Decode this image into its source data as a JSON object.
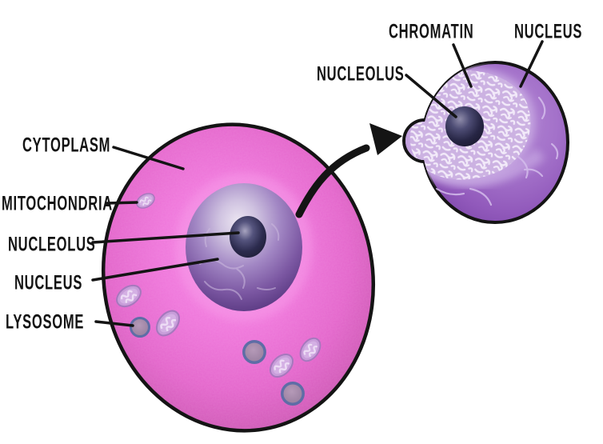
{
  "labels": {
    "cytoplasm": "CYTOPLASM",
    "mitochondria": "MITOCHONDRIA",
    "nucleolus_left": "NUCLEOLUS",
    "nucleus_left": "NUCLEUS",
    "lysosome": "LYSOSOME",
    "nucleolus_right": "NUCLEOLUS",
    "chromatin": "CHROMATIN",
    "nucleus_right": "NUCLEUS"
  },
  "colors": {
    "outline": "#141414",
    "label_text": "#131313",
    "cell_pink": "#ee72d9",
    "cell_pink_edge": "#c256ae",
    "nucleus_purple": "#6a4696",
    "nucleus_highlight": "#ece6f2",
    "nucleolus_navy": "#232240",
    "mitochondrion_fill": "#c79dd9",
    "mitochondrion_crista": "#eddcf5",
    "lysosome_fill": "#a78cab",
    "lysosome_ring": "#5e6da6",
    "zoom_nucleus_purple": "#9c64c2",
    "chromatin_bg": "#ccb2e2",
    "chromatin_squiggle": "#f2eaf9"
  }
}
